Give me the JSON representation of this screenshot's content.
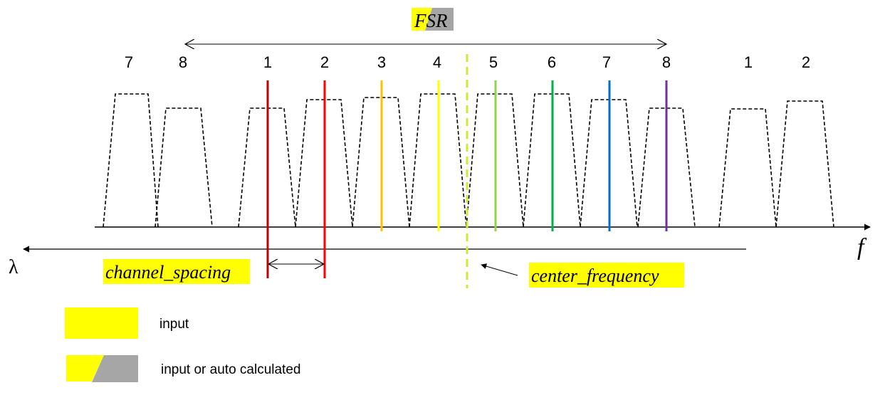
{
  "title": "FSR",
  "colors": {
    "input": "#ffff00",
    "auto": "#a6a6a6",
    "center_line": "#d4e63c",
    "filter": "#000000"
  },
  "axes": {
    "frequency_label": "f",
    "wavelength_label": "λ"
  },
  "channel_labels_left": [
    "7",
    "8"
  ],
  "channels": [
    {
      "label": "1",
      "color": "#c00000"
    },
    {
      "label": "2",
      "color": "#ff0000"
    },
    {
      "label": "3",
      "color": "#ffc000"
    },
    {
      "label": "4",
      "color": "#ffff00"
    },
    {
      "label": "5",
      "color": "#92d050"
    },
    {
      "label": "6",
      "color": "#00b050"
    },
    {
      "label": "7",
      "color": "#0070c0"
    },
    {
      "label": "8",
      "color": "#7030a0"
    }
  ],
  "channel_labels_right": [
    "1",
    "2"
  ],
  "annotations": {
    "channel_spacing": "channel_spacing",
    "center_frequency": "center_frequency"
  },
  "legend": [
    {
      "label": "input",
      "swatch": "input"
    },
    {
      "label": "input or auto calculated",
      "swatch": "input-or-auto"
    }
  ]
}
